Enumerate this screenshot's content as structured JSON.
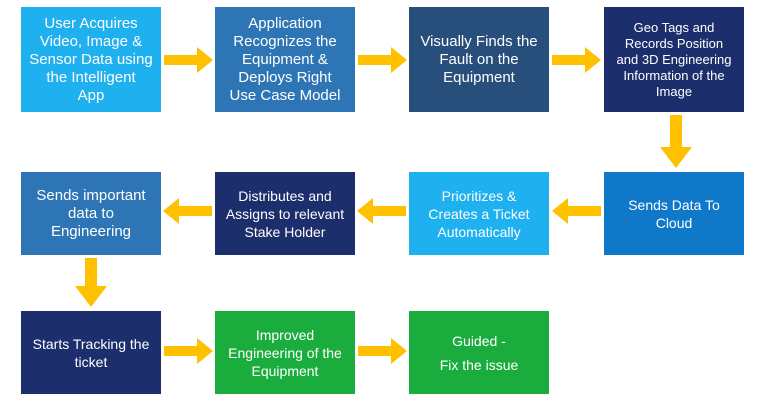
{
  "colors": {
    "light_blue": "#1eb0ef",
    "mid_blue": "#2e75b6",
    "steel_blue": "#284f7c",
    "navy": "#1c2e6b",
    "cloud_blue": "#0f78c9",
    "green": "#1aad3d",
    "arrow": "#ffc000"
  },
  "steps": [
    {
      "id": 1,
      "text": "User Acquires\nVideo, Image &\nSensor Data using\nthe Intelligent\nApp"
    },
    {
      "id": 2,
      "text": "Application\nRecognizes the\nEquipment &\nDeploys Right\nUse Case Model"
    },
    {
      "id": 3,
      "text": "Visually Finds the\nFault on the\nEquipment"
    },
    {
      "id": 4,
      "text": "Geo Tags and\nRecords Position\nand 3D Engineering\nInformation of the\nImage"
    },
    {
      "id": 5,
      "text": "Sends Data To\nCloud"
    },
    {
      "id": 6,
      "text": "Prioritizes &\nCreates a Ticket\nAutomatically"
    },
    {
      "id": 7,
      "text": "Distributes and\nAssigns to relevant\nStake Holder"
    },
    {
      "id": 8,
      "text": "Sends important\ndata to\nEngineering"
    },
    {
      "id": 9,
      "text": "Starts Tracking the\nticket"
    },
    {
      "id": 10,
      "text": "Improved\nEngineering of the\nEquipment"
    },
    {
      "id": 11,
      "text": "Guided -\n\nFix the issue"
    }
  ]
}
